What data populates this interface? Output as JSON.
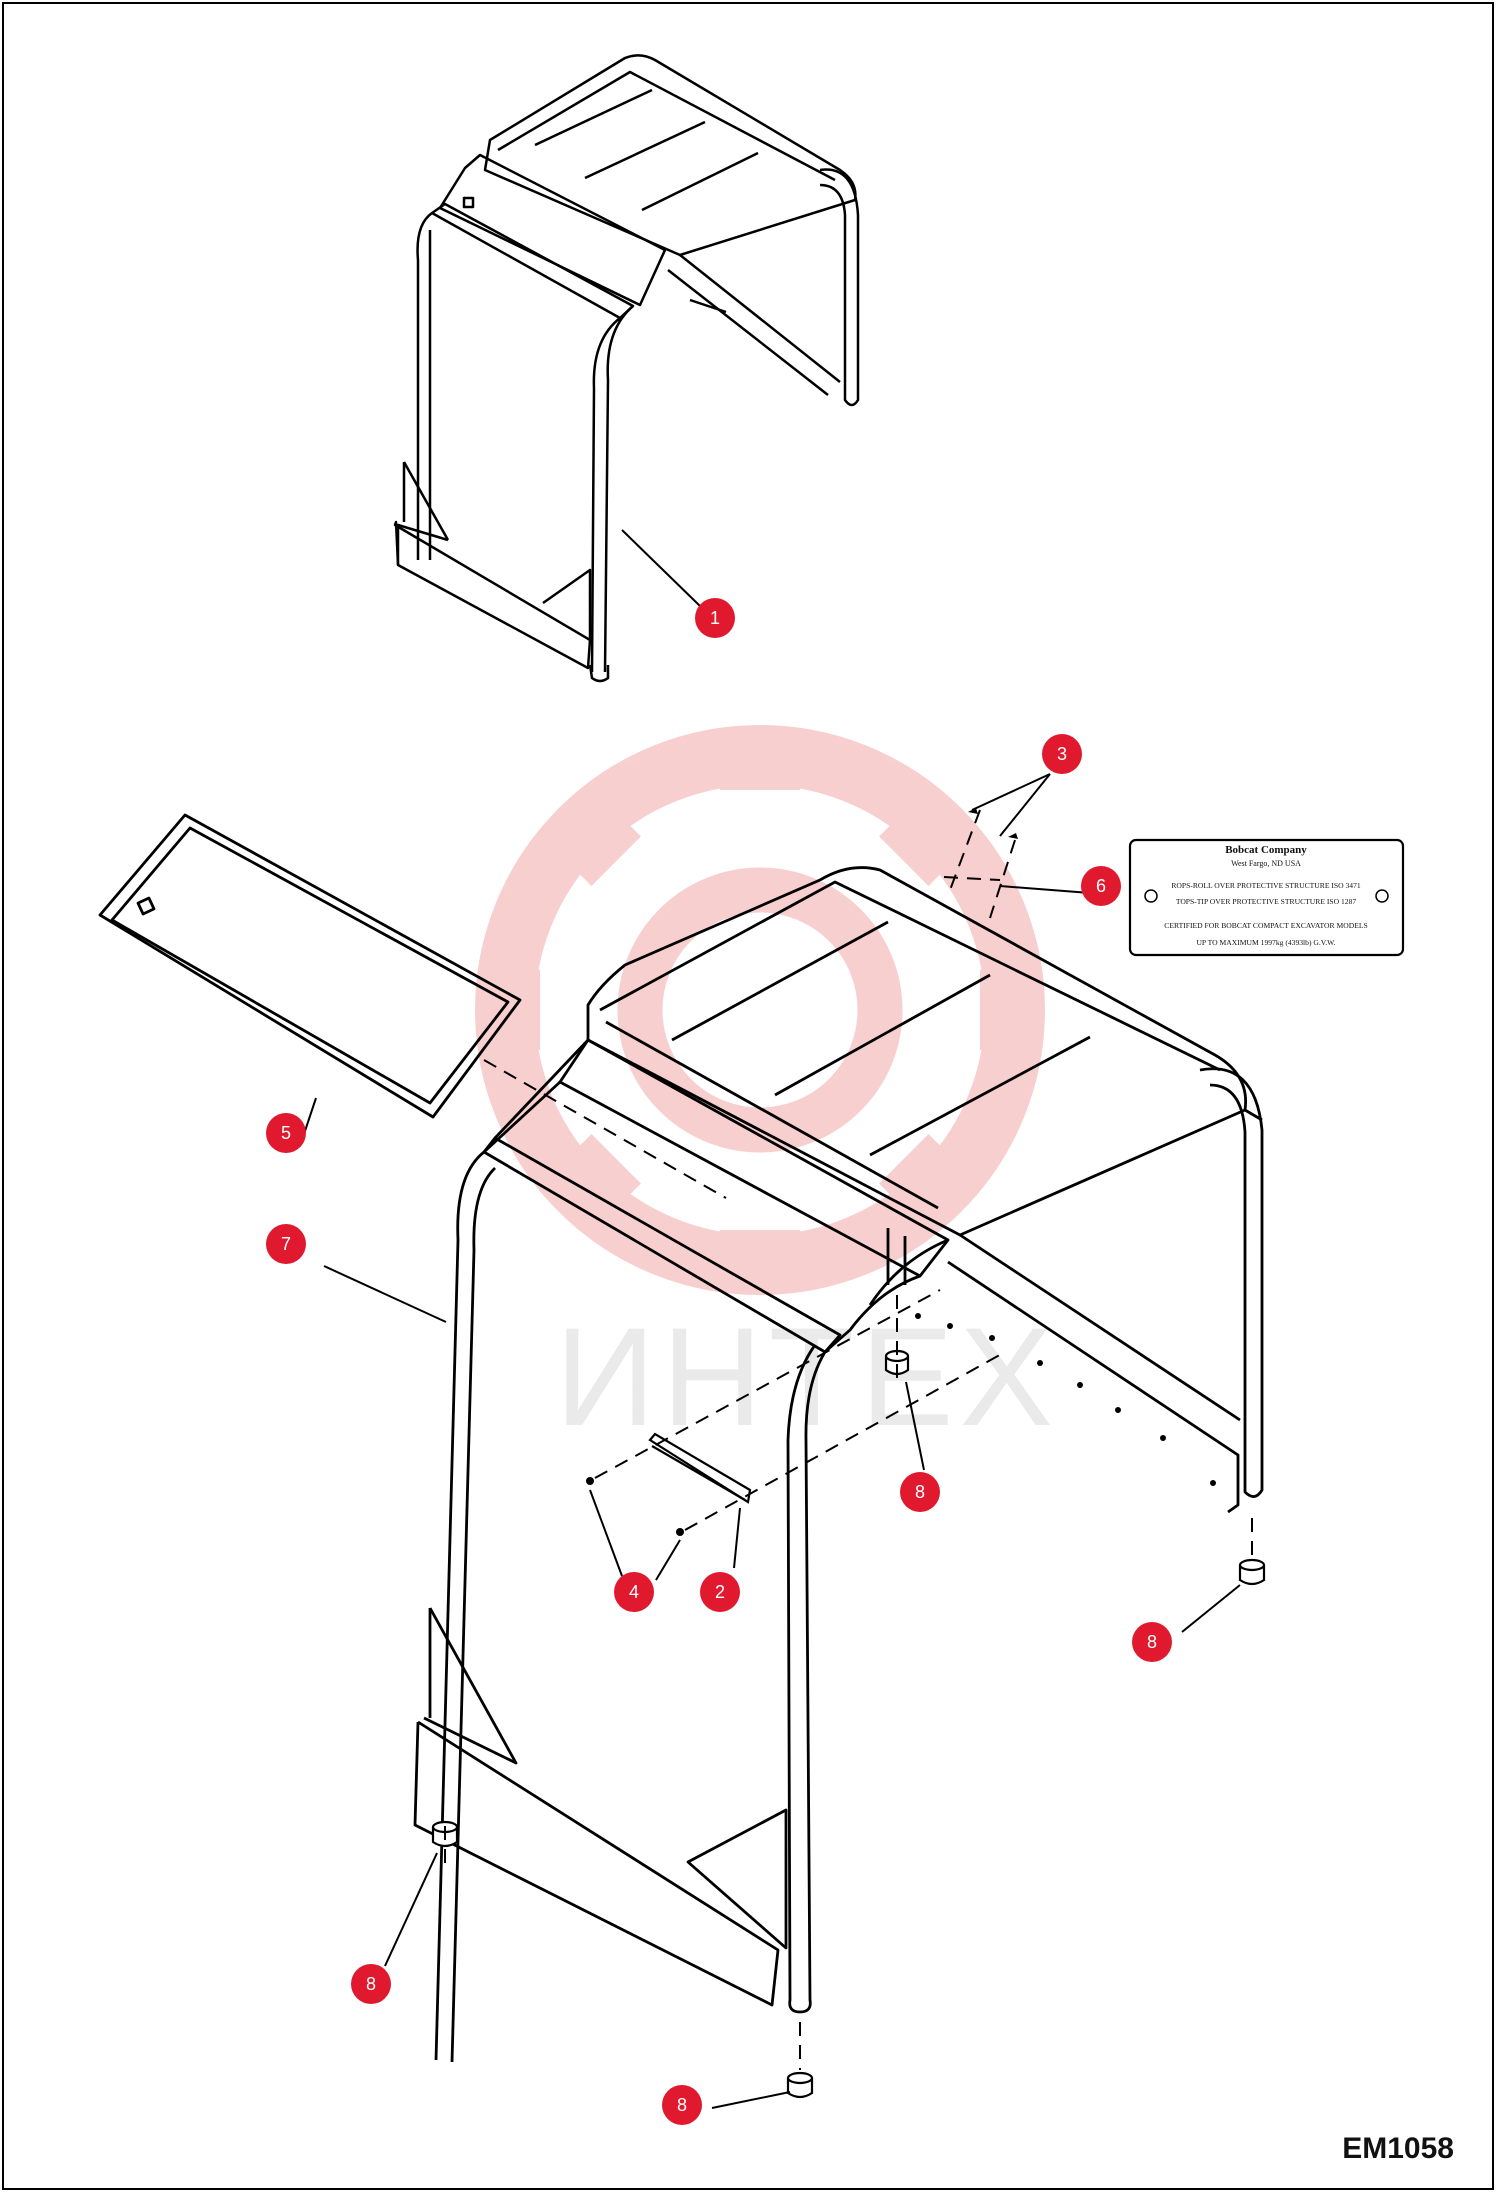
{
  "document_code": "EM1058",
  "watermark": {
    "text": "ИНТЕХ",
    "color": "#f4a9a9"
  },
  "callout_color": "#e0192e",
  "callouts": [
    {
      "id": "c1",
      "number": "1"
    },
    {
      "id": "c2",
      "number": "2"
    },
    {
      "id": "c3",
      "number": "3"
    },
    {
      "id": "c4",
      "number": "4"
    },
    {
      "id": "c5",
      "number": "5"
    },
    {
      "id": "c6",
      "number": "6"
    },
    {
      "id": "c7",
      "number": "7"
    },
    {
      "id": "c8a",
      "number": "8"
    },
    {
      "id": "c8b",
      "number": "8"
    },
    {
      "id": "c8c",
      "number": "8"
    },
    {
      "id": "c8d",
      "number": "8"
    }
  ],
  "decal": {
    "company": "Bobcat Company",
    "location": "West Fargo, ND USA",
    "line1": "ROPS-ROLL OVER PROTECTIVE STRUCTURE ISO 3471",
    "line2": "TOPS-TIP OVER PROTECTIVE STRUCTURE ISO 1287",
    "line3": "CERTIFIED FOR BOBCAT COMPACT EXCAVATOR MODELS",
    "line4": "UP TO MAXIMUM 1997kg (4393lb) G.V.W."
  }
}
